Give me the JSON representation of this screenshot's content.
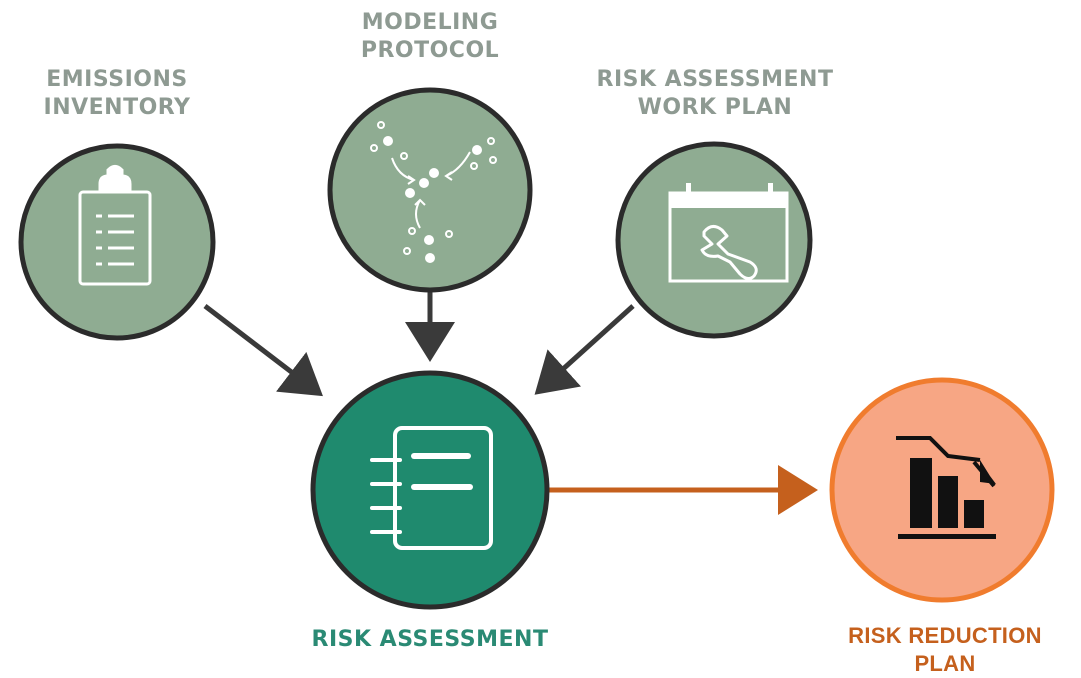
{
  "nodes": {
    "emissions_inventory": {
      "line1": "EMISSIONS",
      "line2": "INVENTORY",
      "icon": "clipboard-list-icon"
    },
    "modeling_protocol": {
      "line1": "MODELING",
      "line2": "PROTOCOL",
      "icon": "converging-dots-icon"
    },
    "work_plan": {
      "line1": "RISK ASSESSMENT",
      "line2": "WORK PLAN",
      "icon": "calendar-wrench-icon"
    },
    "risk_assessment": {
      "line1": "RISK ASSESSMENT",
      "icon": "notebook-icon"
    },
    "risk_reduction": {
      "line1": "RISK REDUCTION",
      "line2": "PLAN",
      "icon": "declining-bar-chart-icon"
    }
  },
  "colors": {
    "input_fill": "#8fac92",
    "outline": "#2b2b2b",
    "assessment_fill": "#1f8a6e",
    "reduction_fill": "#f7a684",
    "reduction_outline": "#f07c2e",
    "arrow_gray": "#3a3a3a",
    "arrow_orange": "#c5601d",
    "label_gray": "#8e9a92",
    "label_teal": "#2a8a74",
    "label_orange": "#c5601d"
  }
}
